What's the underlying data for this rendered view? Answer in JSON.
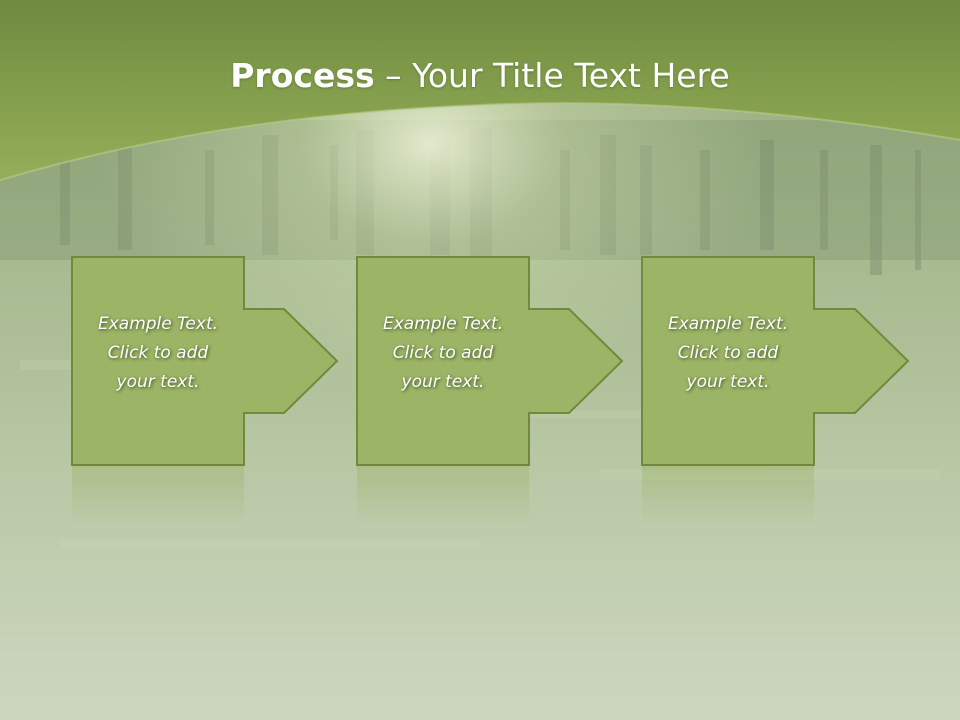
{
  "slide": {
    "title_bold": "Process",
    "title_rest": " – Your Title Text Here"
  },
  "steps": [
    {
      "line1": "Example Text.",
      "line2": "Click  to add",
      "line3": "your text."
    },
    {
      "line1": "Example Text.",
      "line2": "Click  to add",
      "line3": "your text."
    },
    {
      "line1": "Example Text.",
      "line2": "Click  to add",
      "line3": "your text."
    }
  ],
  "colors": {
    "header": "#86a14e",
    "box_fill": "#9cb465",
    "box_border": "#6f8a3e",
    "background_haze": "#c9d4b4"
  }
}
